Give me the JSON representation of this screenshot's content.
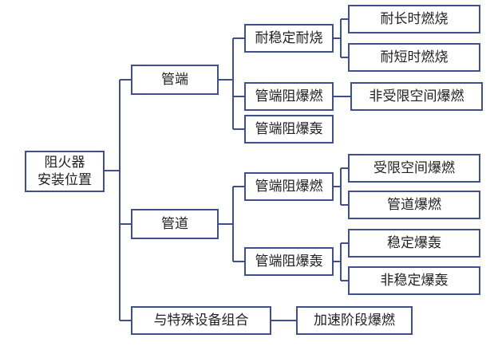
{
  "colors": {
    "line": "#3f4f8f",
    "box_fill": "#ffffff",
    "text": "#222222"
  },
  "diagram": {
    "root": {
      "line1": "阻火器",
      "line2": "安装位置"
    },
    "branches": {
      "pipe_end": {
        "label": "管端",
        "fire_resistant": {
          "label": "耐稳定耐烧",
          "long_burn": "耐长时燃烧",
          "short_burn": "耐短时燃烧"
        },
        "deflagration": {
          "label": "管端阻爆燃",
          "unconfined": "非受限空间爆燃"
        },
        "detonation": {
          "label": "管端阻爆轰"
        }
      },
      "pipeline": {
        "label": "管道",
        "deflagration": {
          "label": "管端阻爆燃",
          "confined": "受限空间爆燃",
          "pipe_deflagration": "管道爆燃"
        },
        "detonation": {
          "label": "管端阻爆轰",
          "stable": "稳定爆轰",
          "unstable": "非稳定爆轰"
        }
      },
      "equipment": {
        "label": "与特殊设备组合",
        "accelerating": "加速阶段爆燃"
      }
    }
  }
}
